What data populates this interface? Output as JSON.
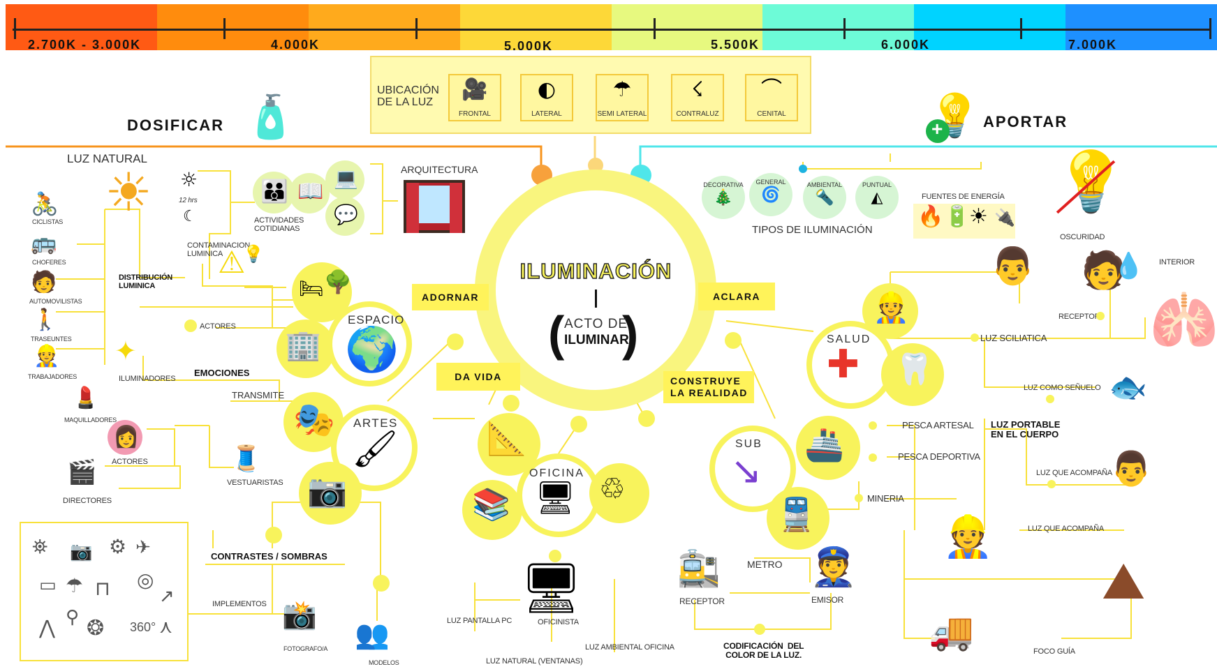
{
  "colors": {
    "bar": [
      "#ff5a14",
      "#ff8c0d",
      "#ffaa1c",
      "#fdd838",
      "#e7f97f",
      "#6dfbd7",
      "#00d3ff",
      "#1e90ff"
    ],
    "accent_yellow": "#f8f35c",
    "orange_branch": "#f7941d",
    "cyan_branch": "#4fe6ea"
  },
  "temperature_scale": [
    "2.700K - 3.000K",
    "4.000K",
    "5.000K",
    "5.500K",
    "6.000K",
    "7.000K"
  ],
  "center": {
    "title": "ILUMINACIÓN",
    "subtitle_line1": "ACTO DE",
    "subtitle_line2": "ILUMINAR"
  },
  "branches": {
    "dosificar": "DOSIFICAR",
    "aportar": "APORTAR",
    "adornar": "ADORNAR",
    "aclara": "ACLARA",
    "da_vida": "DA VIDA",
    "construye": "CONSTRUYE\nLA REALIDAD"
  },
  "ubicacion": {
    "title": "UBICACIÓN\nDE LA LUZ",
    "items": [
      {
        "label": "FRONTAL",
        "icon": "spotlight-icon"
      },
      {
        "label": "LATERAL",
        "icon": "side-light-icon"
      },
      {
        "label": "SEMI LATERAL",
        "icon": "lamp-icon"
      },
      {
        "label": "CONTRALUZ",
        "icon": "backlight-icon"
      },
      {
        "label": "CENITAL",
        "icon": "ceiling-lamp-icon"
      }
    ]
  },
  "left": {
    "luz_natural": "LUZ NATURAL",
    "contaminacion": "CONTAMINACION\nLUMINICA",
    "actividades": "ACTIVIDADES\nCOTIDIANAS",
    "arquitectura": "ARQUITECTURA",
    "clock_text": "12 hrs",
    "distribucion": "DISTRIBUCIÓN\nLUMINICA",
    "people": [
      "CICLISTAS",
      "CHOFERES",
      "AUTOMOVILISTAS",
      "TRASEUNTES",
      "TRABAJADORES"
    ],
    "actores_top": "ACTORES",
    "espacio": "ESPACIO",
    "iluminadores": "ILUMINADORES",
    "emociones": "EMOCIONES",
    "transmite": "TRANSMITE",
    "artes": "ARTES",
    "maquilladores": "MAQUILLADORES",
    "actores": "ACTORES",
    "directores": "DIRECTORES",
    "vestuaristas": "VESTUARISTAS",
    "contrastes": "CONTRASTES / SOMBRAS",
    "implementos": "IMPLEMENTOS",
    "fotografo": "FOTOGRAFO/A",
    "modelos": "MODELOS",
    "num_360": "360°"
  },
  "bottom": {
    "oficina": "OFICINA",
    "oficinista": "OFICINISTA",
    "luz_pantalla": "LUZ PANTALLA PC",
    "luz_natural_ventanas": "LUZ NATURAL (VENTANAS)",
    "luz_ambiental": "LUZ AMBIENTAL OFICINA"
  },
  "right": {
    "tipos_title": "TIPOS DE ILUMINACIÓN",
    "tipos": [
      "DECORATIVA",
      "GENERAL",
      "AMBIENTAL",
      "PUNTUAL"
    ],
    "fuentes": "FUENTES DE ENERGÍA",
    "oscuridad": "OSCURIDAD",
    "salud": "SALUD",
    "interior": "INTERIOR",
    "receptor_top": "RECEPTOR",
    "luz_sciliatica": "LUZ SCILIATICA",
    "luz_senuelo": "LUZ COMO SEÑUELO",
    "luz_portable": "LUZ PORTABLE\nEN EL CUERPO",
    "luz_acompana1": "LUZ QUE ACOMPAÑA",
    "luz_acompana2": "LUZ QUE ACOMPAÑA",
    "pesca_artesal": "PESCA ARTESAL",
    "pesca_deportiva": "PESCA DEPORTIVA",
    "mineria": "MINERIA",
    "sub": "SUB",
    "metro": "METRO",
    "receptor": "RECEPTOR",
    "emisor": "EMISOR",
    "codificacion": "CODIFICACIÓN  DEL\nCOLOR DE LA LUZ.",
    "foco_guia": "FOCO GUÍA"
  }
}
